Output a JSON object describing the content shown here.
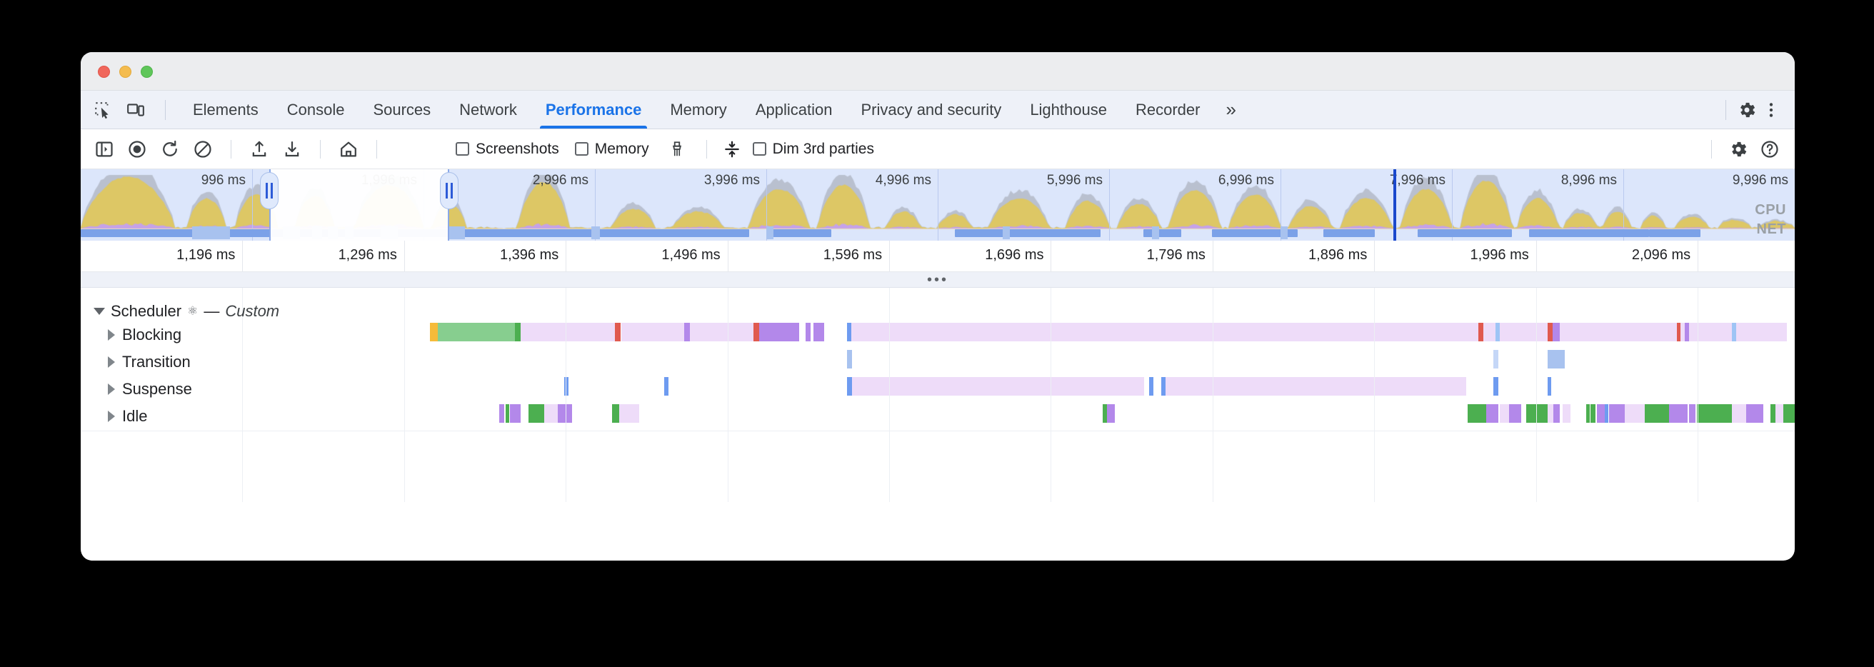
{
  "window": {
    "traffic_lights": [
      "close",
      "minimize",
      "maximize"
    ]
  },
  "tabbar": {
    "inspect_icon": "inspect-element-icon",
    "device_icon": "device-toolbar-icon",
    "tabs": [
      {
        "label": "Elements",
        "active": false
      },
      {
        "label": "Console",
        "active": false
      },
      {
        "label": "Sources",
        "active": false
      },
      {
        "label": "Network",
        "active": false
      },
      {
        "label": "Performance",
        "active": true
      },
      {
        "label": "Memory",
        "active": false
      },
      {
        "label": "Application",
        "active": false
      },
      {
        "label": "Privacy and security",
        "active": false
      },
      {
        "label": "Lighthouse",
        "active": false
      },
      {
        "label": "Recorder",
        "active": false
      }
    ],
    "overflow_label": "»",
    "settings_icon": "gear-icon",
    "more_icon": "kebab-menu-icon",
    "active_color": "#1a73e8"
  },
  "toolbar": {
    "icons": [
      "sidebar-toggle-icon",
      "record-icon",
      "reload-and-record-icon",
      "clear-icon",
      "upload-profile-icon",
      "download-profile-icon",
      "home-icon"
    ],
    "checkboxes": [
      {
        "label": "Screenshots",
        "checked": false
      },
      {
        "label": "Memory",
        "checked": false
      },
      {
        "label": "Dim 3rd parties",
        "checked": false
      }
    ],
    "garbage_icon": "collect-garbage-icon",
    "collapse_icon": "collapse-tracks-icon",
    "settings_icon": "gear-icon",
    "help_icon": "help-icon"
  },
  "overview": {
    "ticks": [
      {
        "label": "996 ms",
        "x_pct": 10.0
      },
      {
        "label": "1,996 ms",
        "x_pct": 20.0
      },
      {
        "label": "2,996 ms",
        "x_pct": 30.0
      },
      {
        "label": "3,996 ms",
        "x_pct": 40.0
      },
      {
        "label": "4,996 ms",
        "x_pct": 50.0
      },
      {
        "label": "5,996 ms",
        "x_pct": 60.0
      },
      {
        "label": "6,996 ms",
        "x_pct": 70.0
      },
      {
        "label": "7,996 ms",
        "x_pct": 80.0
      },
      {
        "label": "8,996 ms",
        "x_pct": 90.0
      },
      {
        "label": "9,996 ms",
        "x_pct": 100.0
      }
    ],
    "cpu_label": "CPU",
    "net_label": "NET",
    "selection_start_pct": 11.0,
    "selection_end_pct": 21.5,
    "playhead_pct": 76.6
  },
  "detail_ruler": {
    "ticks": [
      "1,196 ms",
      "1,296 ms",
      "1,396 ms",
      "1,496 ms",
      "1,596 ms",
      "1,696 ms",
      "1,796 ms",
      "1,896 ms",
      "1,996 ms",
      "2,096 ms"
    ],
    "drag_handle": "•••"
  },
  "flame": {
    "group": {
      "title": "Scheduler",
      "atom_icon": "react-atom-icon",
      "dash": "—",
      "custom_label": "Custom",
      "expanded": true
    },
    "tracks": [
      {
        "name": "Blocking",
        "expanded": false
      },
      {
        "name": "Transition",
        "expanded": false
      },
      {
        "name": "Suspense",
        "expanded": false
      },
      {
        "name": "Idle",
        "expanded": false
      }
    ],
    "colors": {
      "pale_purple": "#eedcf9",
      "purple": "#b388ea",
      "green": "#87ce8f",
      "dark_green": "#4caf50",
      "blue": "#6e9bf0",
      "pale_blue": "#c5d7f7",
      "red": "#e05a4f",
      "yellow": "#f5bb3a"
    }
  },
  "chart_data": {
    "type": "timeline",
    "title": "Scheduler — Custom performance track",
    "axis_unit": "ms",
    "visible_range_ms": [
      1156,
      2136
    ],
    "overview_range_ms": [
      0,
      10000
    ],
    "tracks": [
      {
        "name": "Blocking",
        "events": [
          {
            "start_pct": 11.8,
            "width_pct": 0.5,
            "color": "#f5bb3a"
          },
          {
            "start_pct": 12.3,
            "width_pct": 5.0,
            "color": "#87ce8f"
          },
          {
            "start_pct": 17.3,
            "width_pct": 0.4,
            "color": "#4caf50"
          },
          {
            "start_pct": 17.7,
            "width_pct": 6.1,
            "color": "#eedcf9"
          },
          {
            "start_pct": 23.8,
            "width_pct": 0.4,
            "color": "#e05a4f"
          },
          {
            "start_pct": 24.2,
            "width_pct": 4.1,
            "color": "#eedcf9"
          },
          {
            "start_pct": 28.3,
            "width_pct": 0.4,
            "color": "#b388ea"
          },
          {
            "start_pct": 28.7,
            "width_pct": 4.1,
            "color": "#eedcf9"
          },
          {
            "start_pct": 32.8,
            "width_pct": 0.4,
            "color": "#e05a4f"
          },
          {
            "start_pct": 33.2,
            "width_pct": 0.4,
            "color": "#b388ea"
          },
          {
            "start_pct": 33.6,
            "width_pct": 2.2,
            "color": "#b388ea"
          },
          {
            "start_pct": 36.2,
            "width_pct": 0.3,
            "color": "#b388ea"
          },
          {
            "start_pct": 36.7,
            "width_pct": 0.7,
            "color": "#b388ea"
          },
          {
            "start_pct": 38.9,
            "width_pct": 0.25,
            "color": "#6e9bf0"
          },
          {
            "start_pct": 39.15,
            "width_pct": 60.8,
            "color": "#eedcf9"
          },
          {
            "start_pct": 79.9,
            "width_pct": 0.35,
            "color": "#e05a4f"
          },
          {
            "start_pct": 81.0,
            "width_pct": 0.3,
            "color": "#9ec4f5"
          },
          {
            "start_pct": 84.4,
            "width_pct": 0.35,
            "color": "#e05a4f"
          },
          {
            "start_pct": 84.75,
            "width_pct": 0.45,
            "color": "#b388ea"
          },
          {
            "start_pct": 92.8,
            "width_pct": 0.25,
            "color": "#e05a4f"
          },
          {
            "start_pct": 93.3,
            "width_pct": 0.3,
            "color": "#b388ea"
          },
          {
            "start_pct": 96.4,
            "width_pct": 0.25,
            "color": "#9ec4f5"
          }
        ]
      },
      {
        "name": "Transition",
        "events": [
          {
            "start_pct": 38.9,
            "width_pct": 0.3,
            "color": "#a8c2ef"
          },
          {
            "start_pct": 80.9,
            "width_pct": 0.3,
            "color": "#c5d7f7"
          },
          {
            "start_pct": 84.4,
            "width_pct": 1.1,
            "color": "#a8c2ef"
          }
        ]
      },
      {
        "name": "Suspense",
        "events": [
          {
            "start_pct": 20.5,
            "width_pct": 0.3,
            "color": "#6e9bf0"
          },
          {
            "start_pct": 27.0,
            "width_pct": 0.3,
            "color": "#6e9bf0"
          },
          {
            "start_pct": 38.9,
            "width_pct": 0.3,
            "color": "#6e9bf0"
          },
          {
            "start_pct": 39.2,
            "width_pct": 19.0,
            "color": "#eedcf9"
          },
          {
            "start_pct": 58.5,
            "width_pct": 0.3,
            "color": "#6e9bf0"
          },
          {
            "start_pct": 59.3,
            "width_pct": 0.3,
            "color": "#6e9bf0"
          },
          {
            "start_pct": 59.6,
            "width_pct": 19.5,
            "color": "#eedcf9"
          },
          {
            "start_pct": 80.9,
            "width_pct": 0.3,
            "color": "#6e9bf0"
          },
          {
            "start_pct": 84.4,
            "width_pct": 0.25,
            "color": "#6e9bf0"
          }
        ]
      },
      {
        "name": "Idle",
        "events": [
          {
            "start_pct": 16.3,
            "width_pct": 0.3,
            "color": "#b388ea"
          },
          {
            "start_pct": 16.7,
            "width_pct": 0.25,
            "color": "#4caf50"
          },
          {
            "start_pct": 17.0,
            "width_pct": 0.7,
            "color": "#b388ea"
          },
          {
            "start_pct": 18.2,
            "width_pct": 1.0,
            "color": "#4caf50"
          },
          {
            "start_pct": 19.2,
            "width_pct": 0.9,
            "color": "#eedcf9"
          },
          {
            "start_pct": 20.1,
            "width_pct": 0.9,
            "color": "#b388ea"
          },
          {
            "start_pct": 23.6,
            "width_pct": 0.5,
            "color": "#4caf50"
          },
          {
            "start_pct": 24.1,
            "width_pct": 1.3,
            "color": "#eedcf9"
          },
          {
            "start_pct": 55.5,
            "width_pct": 0.3,
            "color": "#4caf50"
          },
          {
            "start_pct": 55.8,
            "width_pct": 0.5,
            "color": "#b388ea"
          },
          {
            "start_pct": 79.2,
            "width_pct": 1.2,
            "color": "#4caf50"
          },
          {
            "start_pct": 80.4,
            "width_pct": 0.8,
            "color": "#b388ea"
          },
          {
            "start_pct": 81.3,
            "width_pct": 0.6,
            "color": "#eedcf9"
          },
          {
            "start_pct": 81.9,
            "width_pct": 0.8,
            "color": "#b388ea"
          },
          {
            "start_pct": 83.0,
            "width_pct": 1.4,
            "color": "#4caf50"
          },
          {
            "start_pct": 84.4,
            "width_pct": 0.4,
            "color": "#eedcf9"
          },
          {
            "start_pct": 84.8,
            "width_pct": 0.4,
            "color": "#b388ea"
          },
          {
            "start_pct": 85.4,
            "width_pct": 0.5,
            "color": "#eedcf9"
          },
          {
            "start_pct": 86.9,
            "width_pct": 0.25,
            "color": "#4caf50"
          },
          {
            "start_pct": 87.2,
            "width_pct": 0.3,
            "color": "#4caf50"
          },
          {
            "start_pct": 87.6,
            "width_pct": 0.5,
            "color": "#b388ea"
          },
          {
            "start_pct": 88.1,
            "width_pct": 0.25,
            "color": "#6e9bf0"
          },
          {
            "start_pct": 88.4,
            "width_pct": 1.0,
            "color": "#b388ea"
          },
          {
            "start_pct": 89.4,
            "width_pct": 1.3,
            "color": "#eedcf9"
          },
          {
            "start_pct": 90.7,
            "width_pct": 1.6,
            "color": "#4caf50"
          },
          {
            "start_pct": 92.3,
            "width_pct": 1.2,
            "color": "#b388ea"
          },
          {
            "start_pct": 93.6,
            "width_pct": 0.4,
            "color": "#b388ea"
          },
          {
            "start_pct": 94.1,
            "width_pct": 2.3,
            "color": "#4caf50"
          },
          {
            "start_pct": 96.4,
            "width_pct": 0.9,
            "color": "#eedcf9"
          },
          {
            "start_pct": 97.3,
            "width_pct": 1.1,
            "color": "#b388ea"
          },
          {
            "start_pct": 98.9,
            "width_pct": 0.3,
            "color": "#4caf50"
          },
          {
            "start_pct": 99.2,
            "width_pct": 0.5,
            "color": "#eedcf9"
          },
          {
            "start_pct": 99.7,
            "width_pct": 0.8,
            "color": "#4caf50"
          },
          {
            "start_pct": 100.6,
            "width_pct": 0.25,
            "color": "#b388ea"
          },
          {
            "start_pct": 101.0,
            "width_pct": 0.25,
            "color": "#6e9bf0"
          }
        ]
      }
    ],
    "cpu_overview": {
      "description": "CPU activity area chart: yellow = scripting, grey = rendering/other, purple = painting",
      "peaks_pct": [
        2,
        5,
        8,
        11,
        14,
        17,
        20,
        24,
        28,
        31,
        34,
        38,
        41,
        44,
        47,
        50,
        54,
        58,
        62,
        66,
        70,
        74,
        78,
        82,
        86,
        90,
        94,
        98
      ]
    }
  }
}
